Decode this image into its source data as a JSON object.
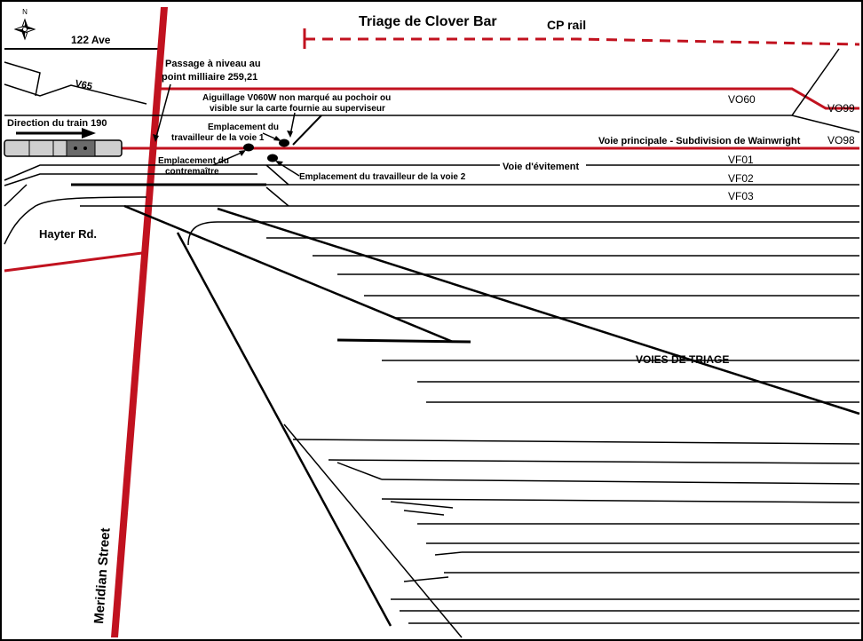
{
  "colors": {
    "rail": "#c1121f",
    "track": "#000000",
    "train_body": "#cfcfcf",
    "train_engine": "#6b6b6b"
  },
  "compass": {
    "north": "N",
    "icon": "compass-rose-icon"
  },
  "title": "Triage de Clover Bar",
  "streets": {
    "ave_122": "122 Ave",
    "hayter": "Hayter Rd.",
    "meridian": "Meridian Street"
  },
  "cp_rail": "CP rail",
  "v65": "V65",
  "train": {
    "direction": "Direction du train 190",
    "icon": "train-icon"
  },
  "crossing": {
    "line1": "Passage à niveau au",
    "line2": "point milliaire 259,21"
  },
  "switch_note": {
    "line1": "Aiguillage V060W non marqué au pochoir ou",
    "line2": "visible sur la carte fournie au superviseur"
  },
  "worker1": {
    "line1": "Emplacement du",
    "line2": "travailleur de la voie 1"
  },
  "foreman": {
    "line1": "Emplacement du",
    "line2": "contremaître"
  },
  "worker2": "Emplacement du travailleur de la voie 2",
  "tracks": {
    "vo60": "VO60",
    "vo99": "VO99",
    "vo98": "VO98",
    "main": "Voie principale - Subdivision de Wainwright",
    "vf01": "VF01",
    "siding": "Voie d'évitement",
    "vf02": "VF02",
    "vf03": "VF03"
  },
  "yard": "VOIES DE TRIAGE"
}
